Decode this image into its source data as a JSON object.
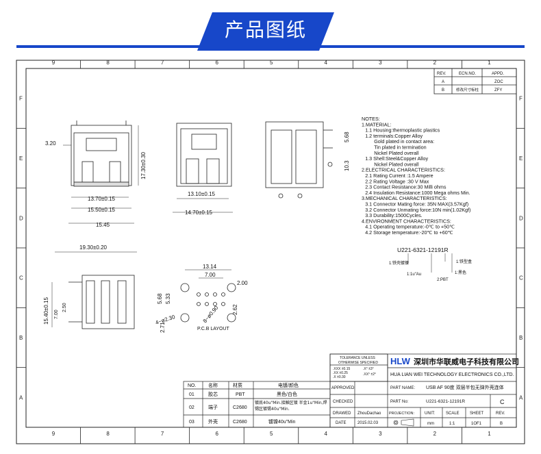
{
  "header": {
    "title": "产品图纸"
  },
  "grid": {
    "columns": [
      "9",
      "8",
      "7",
      "6",
      "5",
      "4",
      "3",
      "2",
      "1"
    ],
    "rows": [
      "F",
      "E",
      "D",
      "C",
      "B",
      "A"
    ]
  },
  "revision_table": {
    "headers": [
      "REV.",
      "ECN.NO.",
      "APPD."
    ],
    "rows": [
      {
        "rev": "A",
        "ecn": "",
        "appd": "ZOC"
      },
      {
        "rev": "B",
        "ecn": "修改尺寸标柱",
        "appd": "ZFY"
      }
    ]
  },
  "dimensions": {
    "d320": "3.20",
    "d1730": "17.30±0.30",
    "d1370": "13.70±0.15",
    "d1550": "15.50±0.15",
    "d1545": "15.45",
    "d1310": "13.10±0.15",
    "d1470": "14.70±0.15",
    "d568": "5.68",
    "d103": "10.3",
    "d1930": "19.30±0.20",
    "d1540": "15.40±0.15",
    "d700a": "7.00",
    "d250": "2.50",
    "d1314": "13.14",
    "d700b": "7.00",
    "d200": "2.00",
    "d568b": "5.68",
    "d533": "5.33",
    "d262": "2.62",
    "d271": "2.71",
    "d230": "4−ø2.30",
    "d090": "8−ø0.90",
    "pcb": "P.C.B LAYOUT"
  },
  "notes": [
    "NOTES:",
    "1.MATERIAL:",
    "  1.1 Housing:thermoplastic plastics",
    "  1.2 terminals:Copper Alloy",
    "       Gold plated in contact area:",
    "       Tin plated in termination",
    "       Nickel Plated overall",
    "  1.3 Shell:Steel&Copper Alloy",
    "       Nickel Plated overall",
    "2.ELECTRICAL CHARACTERISTICS:",
    "  2.1 Rating Current :1.5 Ampere",
    "  2.2 Rating Voltage :30 V Max",
    "  2.3 Contact Resistance:30 Milli ohms",
    "  2.4 Insulation Resistance:1000 Mega ohms Min.",
    "3.MECHANICAL CHARACTERISTICS:",
    "  3.1 Connector Mating force: 35N MAX(3.57Kgf)",
    "  3.2 Connector Unmating force:10N min(1.02Kgf)",
    "  3.3 Durability:1500Cycles.",
    "4.ENVIRONMENT CHARACTERISTICS:",
    "  4.1 Operating temperature:-0℃ to +50℃",
    "  4.2 Storage temperature:-20℃ to +60℃"
  ],
  "part_code": {
    "code": "U221-6321-12191R",
    "l1": "1:铁壳镀镍",
    "l2": "1:1u\"Au",
    "l3": "1:铁型盒",
    "l4": "1:黑色",
    "l5": "2:PBT"
  },
  "tolerance": {
    "title": "TOLERANCE UNLESS",
    "subtitle": "OTHERWISE SPECIFIED",
    "r1a": ".XXX ±0.15",
    "r2a": ".XX ±0.25",
    "r3a": ".X ±0.30",
    "r1b": ".X° ±3°",
    "r2b": ".XX° ±2°"
  },
  "bom": {
    "headers": [
      "NO.",
      "名称",
      "材质",
      "电镀/颜色"
    ],
    "rows": [
      {
        "no": "01",
        "name": "胶芯",
        "mat": "PBT",
        "plating": "黑色/白色"
      },
      {
        "no": "02",
        "name": "端子",
        "mat": "C2680",
        "plating": "镀底40u\"Min.接触区镀 半金1u\"Min,焊锡区镀锡40u\"Min."
      },
      {
        "no": "03",
        "name": "外壳",
        "mat": "C2680",
        "plating": "镀镍40u\"Min"
      }
    ]
  },
  "title_block": {
    "logo": "HLW",
    "company_cn": "深圳市华联威电子科技有限公司",
    "company_en": "HUA LIAN WEI TECHNOLOGY ELECTRONICS CO.,LTD.",
    "approved_label": "APPROVED",
    "part_name_label": "PART NAME:",
    "part_name": "USB AF 90度 双层半包无弹外壳连体",
    "checked_label": "CHECKED",
    "part_no_label": "PART No:",
    "part_no": "U221-6321-12191R",
    "size": "C",
    "drawed_label": "DRAWED",
    "drawer": "ZhouDachao",
    "projection_label": "PROJECTION:",
    "unit_label": "UNIT:",
    "scale_label": "SCALE",
    "sheet_label": "SHEET",
    "rev_label": "REV.",
    "date_label": "DATE",
    "date": "2015.02.03",
    "unit": "mm",
    "scale": "1:1",
    "sheet": "1OF1",
    "rev": "B"
  }
}
